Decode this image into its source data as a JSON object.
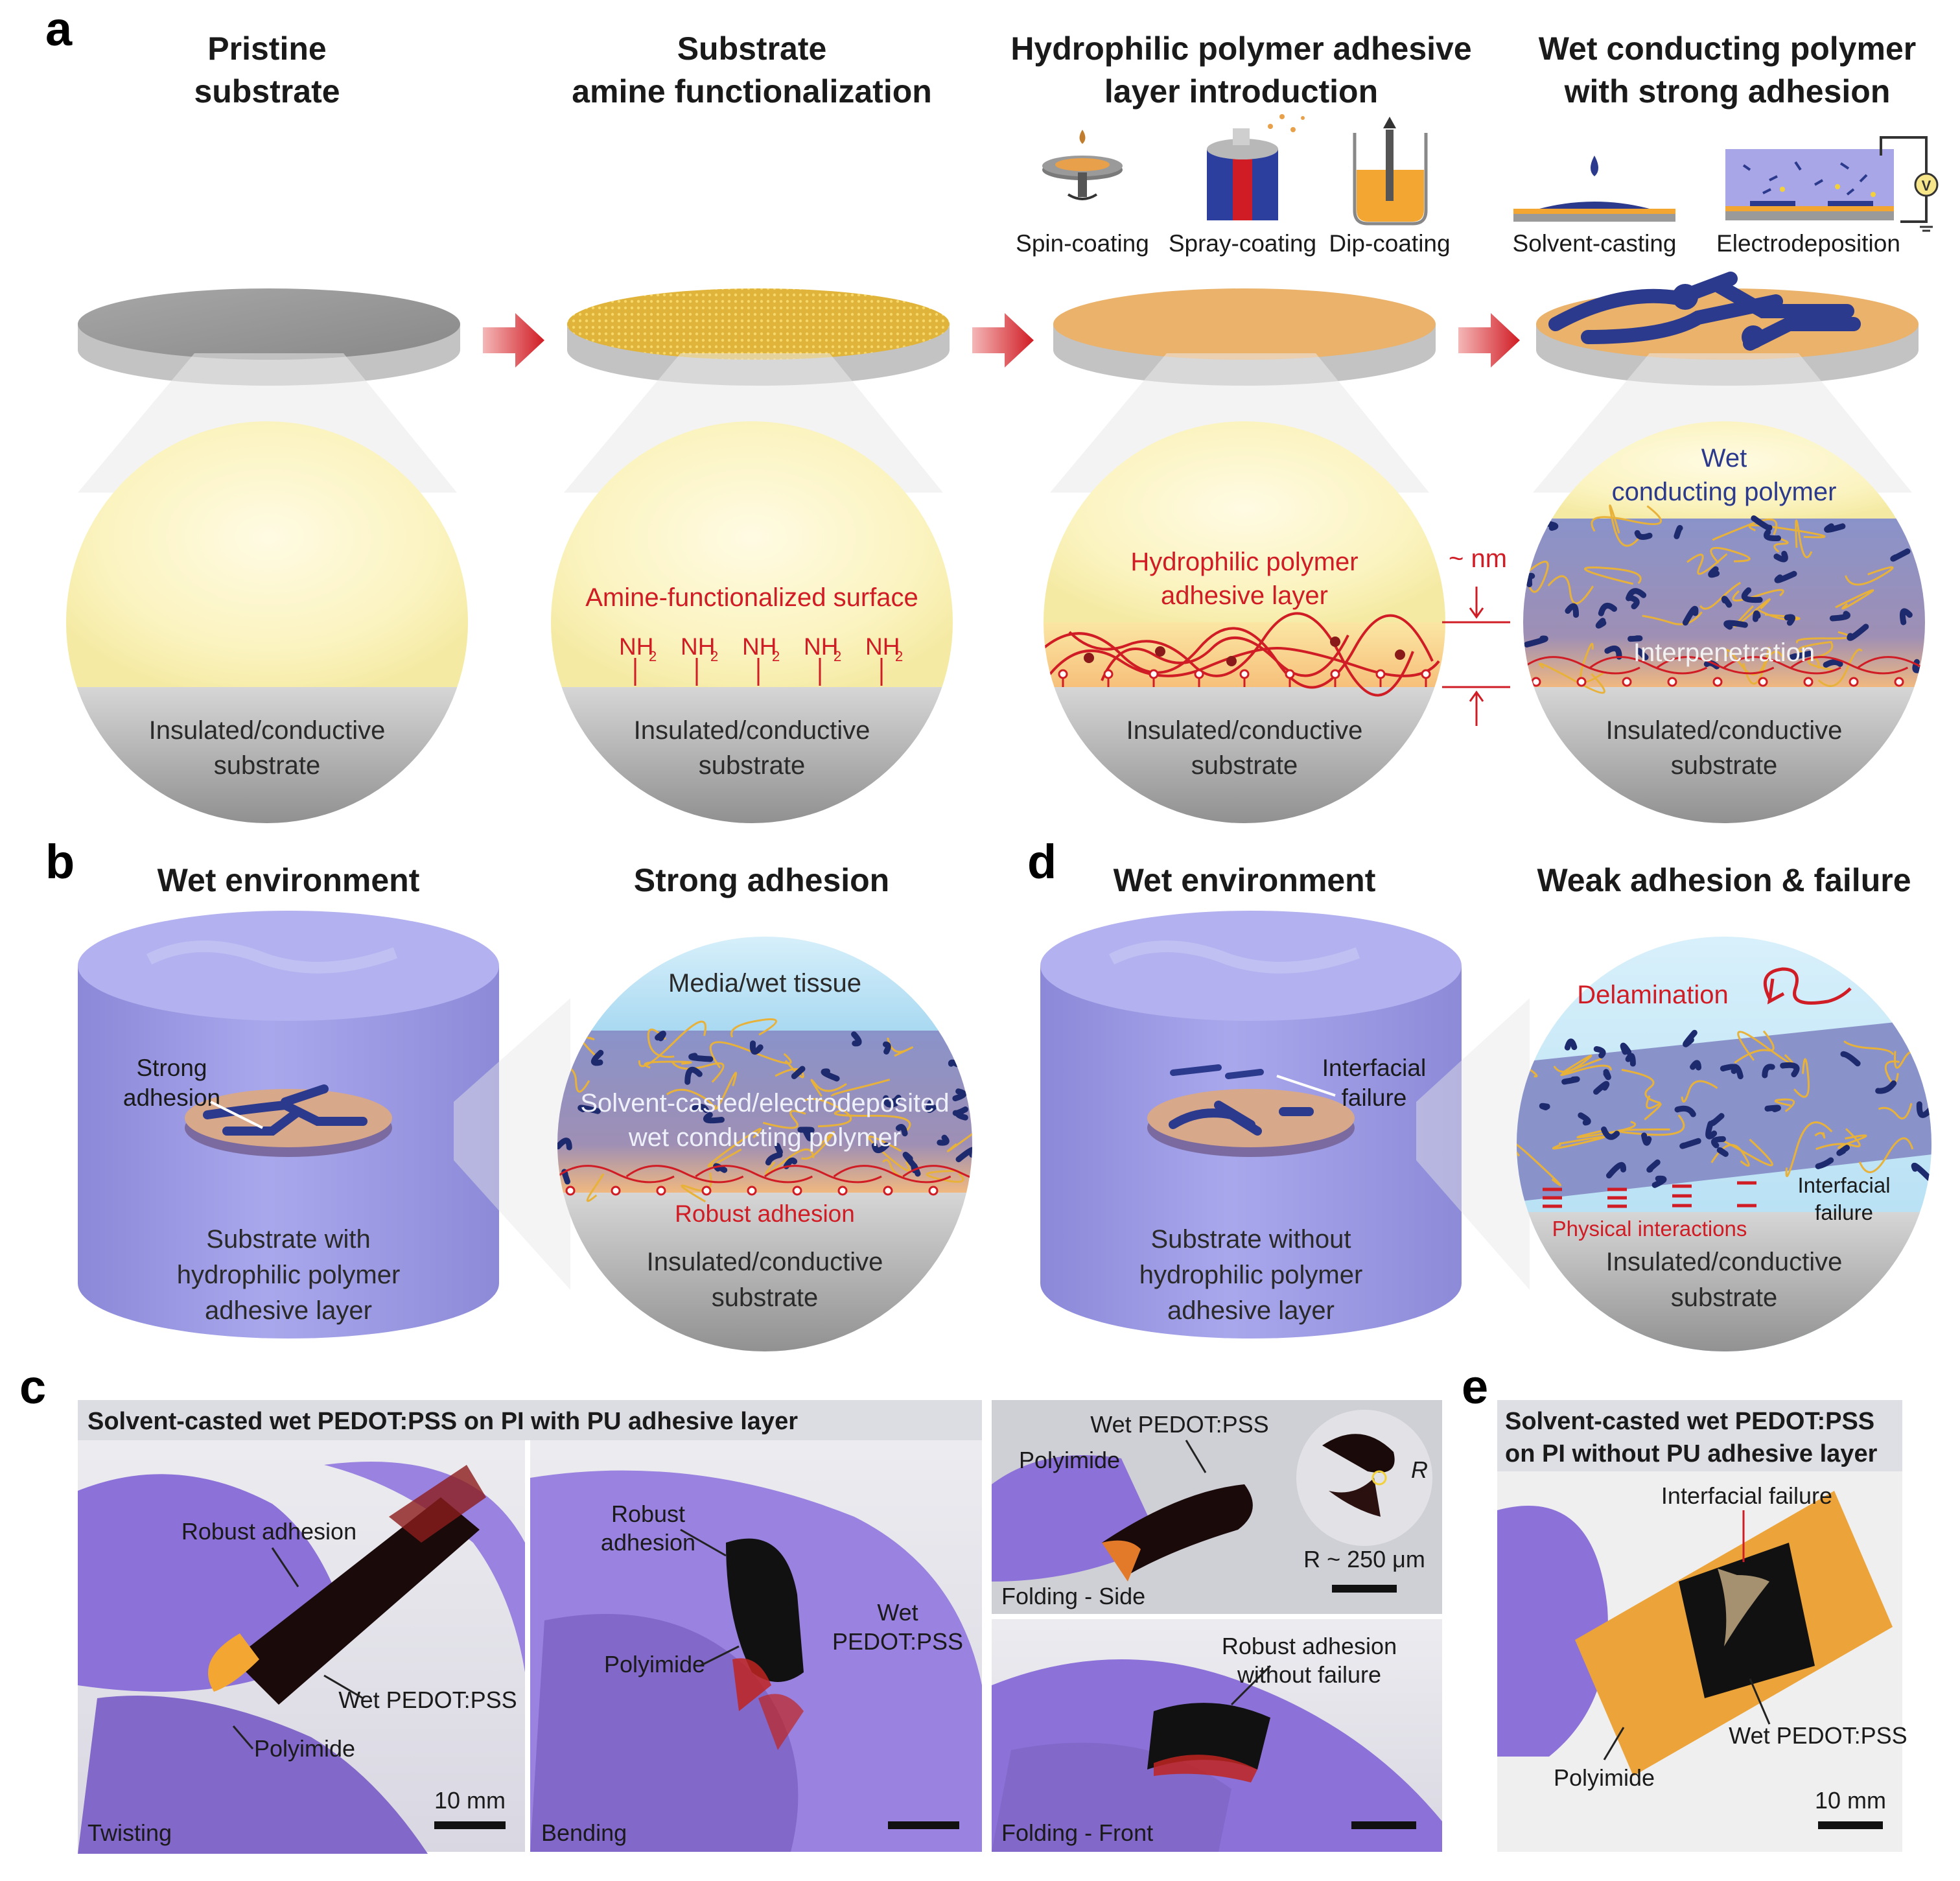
{
  "panel_labels": {
    "a": "a",
    "b": "b",
    "c": "c",
    "d": "d",
    "e": "e"
  },
  "panel_a": {
    "col1": {
      "title_line1": "Pristine",
      "title_line2": "substrate",
      "substrate_line1": "Insulated/conductive",
      "substrate_line2": "substrate"
    },
    "col2": {
      "title_line1": "Substrate",
      "title_line2": "amine functionalization",
      "surface_label": "Amine-functionalized surface",
      "nh2": "NH",
      "nh2_sub": "2",
      "substrate_line1": "Insulated/conductive",
      "substrate_line2": "substrate"
    },
    "col3": {
      "title_line1": "Hydrophilic polymer adhesive",
      "title_line2": "layer introduction",
      "method1": "Spin-coating",
      "method2": "Spray-coating",
      "method3": "Dip-coating",
      "layer_line1": "Hydrophilic polymer",
      "layer_line2": "adhesive layer",
      "thickness": "~ nm",
      "substrate_line1": "Insulated/conductive",
      "substrate_line2": "substrate"
    },
    "col4": {
      "title_line1": "Wet conducting polymer",
      "title_line2": "with strong adhesion",
      "method1": "Solvent-casting",
      "method2": "Electrodeposition",
      "voltmeter": "V",
      "polymer_line1": "Wet",
      "polymer_line2": "conducting polymer",
      "interpenetration": "Interpenetration",
      "substrate_line1": "Insulated/conductive",
      "substrate_line2": "substrate"
    }
  },
  "panel_b": {
    "title_left": "Wet environment",
    "title_right": "Strong adhesion",
    "annot_line1": "Strong",
    "annot_line2": "adhesion",
    "cyl_line1": "Substrate with",
    "cyl_line2": "hydrophilic polymer",
    "cyl_line3": "adhesive layer",
    "media": "Media/wet tissue",
    "polymer_line1": "Solvent-casted/electrodeposited",
    "polymer_line2": "wet conducting polymer",
    "robust": "Robust adhesion",
    "substrate_line1": "Insulated/conductive",
    "substrate_line2": "substrate"
  },
  "panel_d": {
    "title_left": "Wet environment",
    "title_right": "Weak adhesion & failure",
    "annot_line1": "Interfacial",
    "annot_line2": "failure",
    "cyl_line1": "Substrate without",
    "cyl_line2": "hydrophilic polymer",
    "cyl_line3": "adhesive layer",
    "delamination": "Delamination",
    "physical": "Physical interactions",
    "interfacial_line1": "Interfacial",
    "interfacial_line2": "failure",
    "substrate_line1": "Insulated/conductive",
    "substrate_line2": "substrate"
  },
  "panel_c": {
    "banner": "Solvent-casted wet PEDOT:PSS on PI with PU adhesive layer",
    "photo1": {
      "robust": "Robust adhesion",
      "wet": "Wet PEDOT:PSS",
      "pi": "Polyimide",
      "mode": "Twisting",
      "scale": "10 mm"
    },
    "photo2": {
      "robust_line1": "Robust",
      "robust_line2": "adhesion",
      "wet_line1": "Wet",
      "wet_line2": "PEDOT:PSS",
      "pi": "Polyimide",
      "mode": "Bending"
    },
    "photo3": {
      "wet": "Wet PEDOT:PSS",
      "pi": "Polyimide",
      "r": "R",
      "radius": "R ~ 250 μm",
      "mode": "Folding - Side"
    },
    "photo4": {
      "robust_line1": "Robust adhesion",
      "robust_line2": "without failure",
      "mode": "Folding - Front"
    }
  },
  "panel_e": {
    "banner_line1": "Solvent-casted wet PEDOT:PSS",
    "banner_line2": "on PI without PU adhesive layer",
    "failure": "Interfacial failure",
    "wet": "Wet PEDOT:PSS",
    "pi": "Polyimide",
    "scale": "10 mm"
  },
  "colors": {
    "red": "#d01c24",
    "navy": "#2b3a8c",
    "glove": "#8a6fd6",
    "disc_gray": "#9c9c9c",
    "gold": "#e8b84b",
    "orange": "#f2b36b"
  }
}
